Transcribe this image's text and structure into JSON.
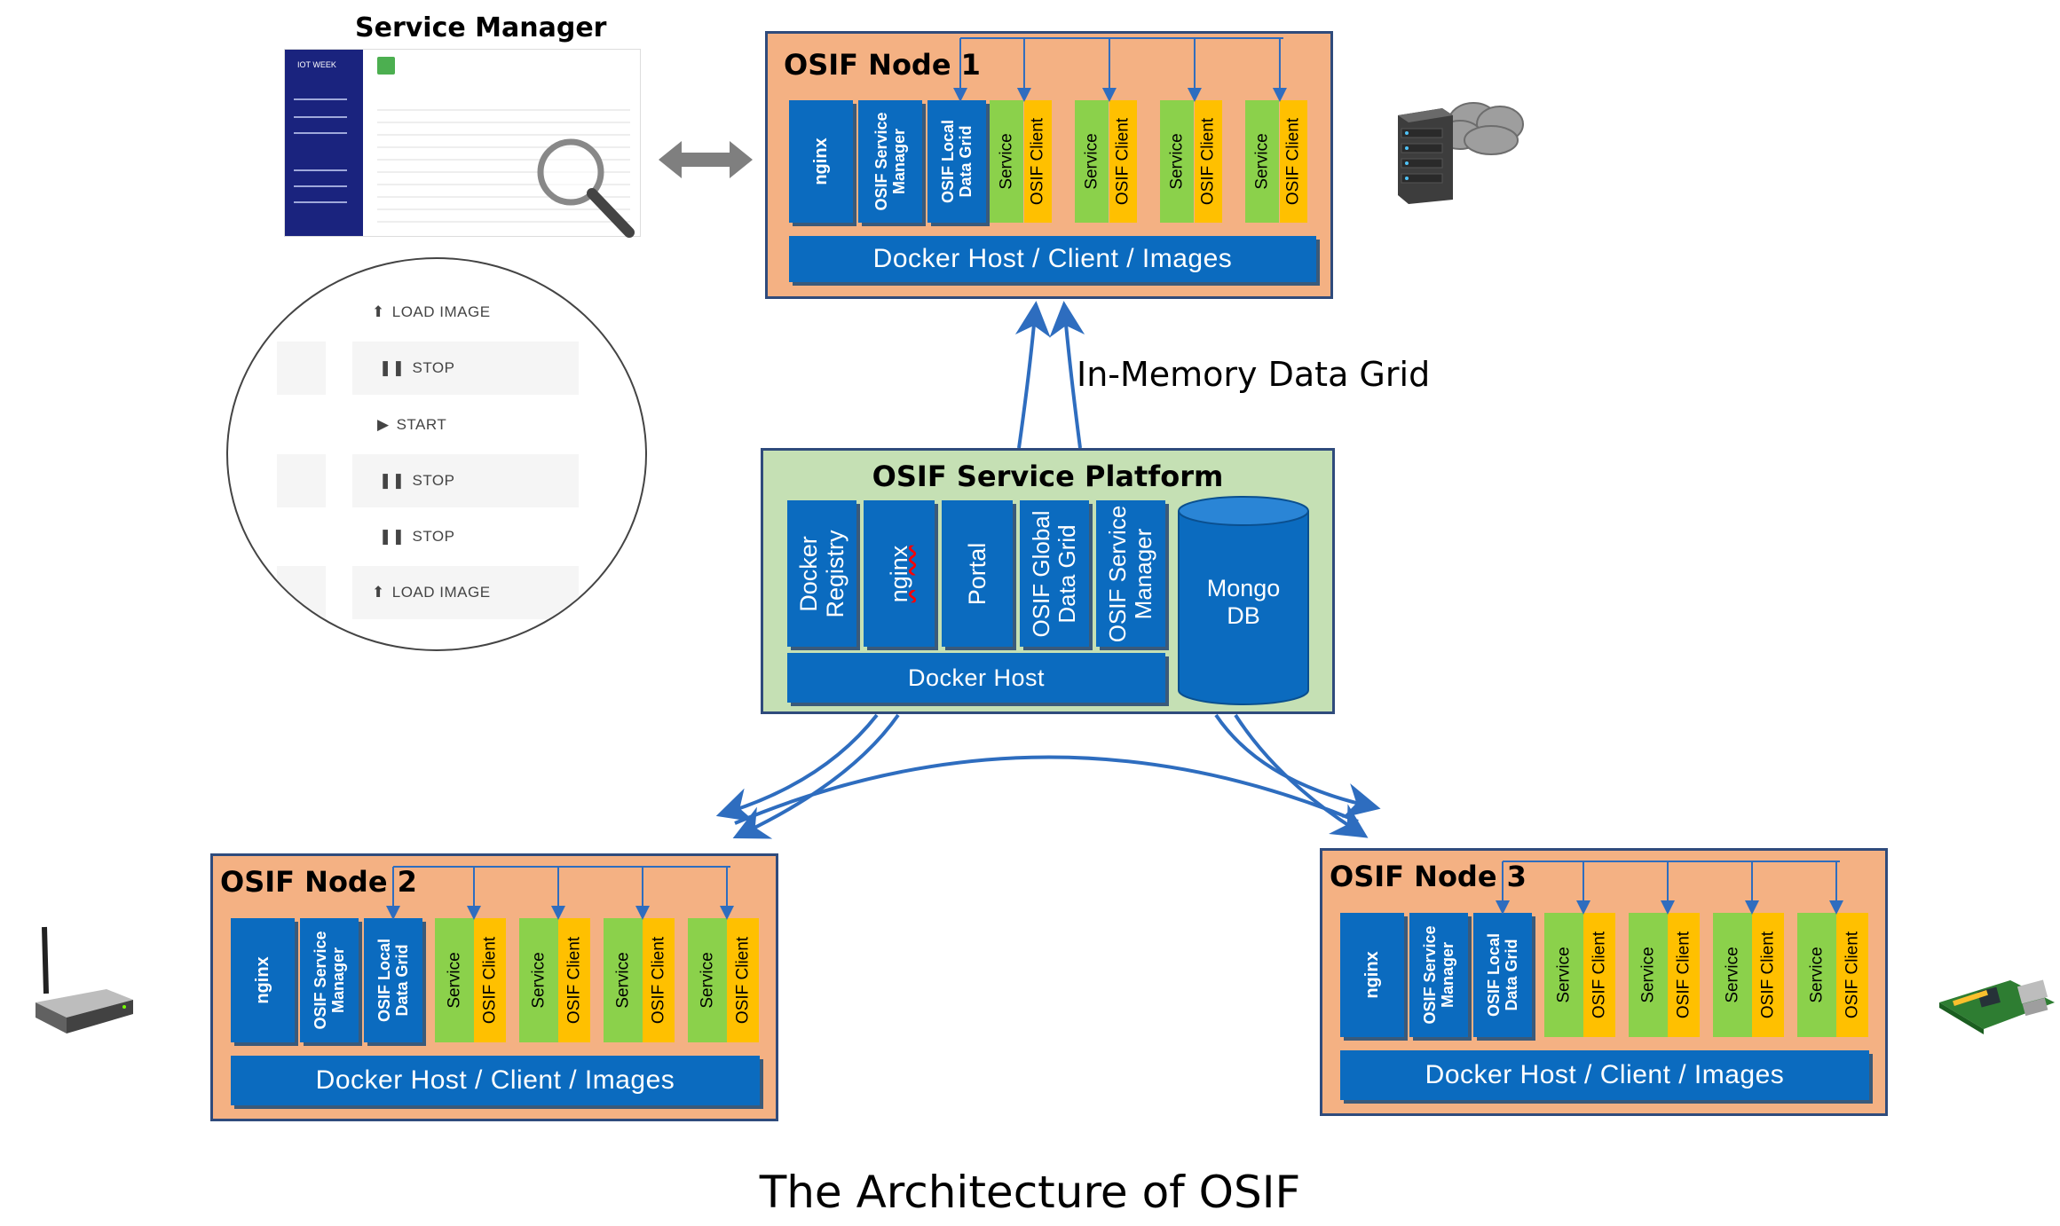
{
  "service_manager": {
    "title": "Service Manager",
    "sidebar_brand": "IOT WEEK"
  },
  "zoom_actions": [
    {
      "icon": "upload-icon",
      "label": "LOAD IMAGE"
    },
    {
      "icon": "pause-icon",
      "label": "STOP"
    },
    {
      "icon": "play-icon",
      "label": "START"
    },
    {
      "icon": "pause-icon",
      "label": "STOP"
    },
    {
      "icon": "pause-icon",
      "label": "STOP"
    },
    {
      "icon": "upload-icon",
      "label": "LOAD IMAGE"
    }
  ],
  "nodes": {
    "node1": {
      "title": "OSIF Node 1"
    },
    "node2": {
      "title": "OSIF Node 2"
    },
    "node3": {
      "title": "OSIF Node 3"
    }
  },
  "node_components": {
    "nginx": "nginx",
    "service_manager": [
      "OSIF Service",
      "Manager"
    ],
    "local_grid": [
      "OSIF Local",
      "Data Grid"
    ],
    "service": "Service",
    "client": "OSIF Client",
    "docker": "Docker Host / Client / Images"
  },
  "platform": {
    "title": "OSIF Service Platform",
    "registry": [
      "Docker",
      "Registry"
    ],
    "nginx": "nginx",
    "portal": "Portal",
    "global_grid": [
      "OSIF Global",
      "Data Grid"
    ],
    "service_manager": [
      "OSIF Service",
      "Manager"
    ],
    "mongo": [
      "Mongo",
      "DB"
    ],
    "docker_host": "Docker Host"
  },
  "labels": {
    "in_memory_grid": "In-Memory Data Grid",
    "caption": "The Architecture of OSIF"
  },
  "colors": {
    "node_bg": "#f4b183",
    "platform_bg": "#c5e0b4",
    "component_blue": "#0b6bbf",
    "service_green": "#8bd14b",
    "client_yellow": "#ffc000",
    "arrow": "#2e6dbf"
  },
  "devices": {
    "node1": "server-cloud-icon",
    "node2": "wifi-gateway-icon",
    "node3": "raspberry-pi-icon"
  }
}
